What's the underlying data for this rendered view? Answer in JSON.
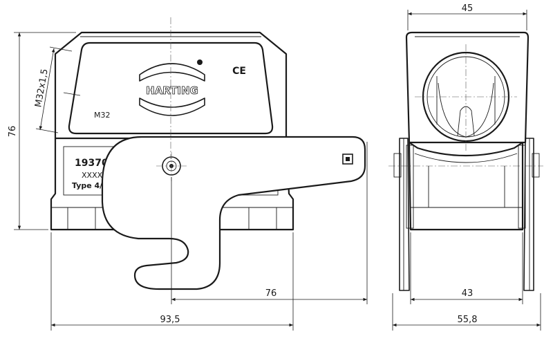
{
  "dimensions": {
    "height_left": "76",
    "thread_size": "M32x1,5",
    "width_front": "93,5",
    "lever_reach": "76",
    "width_side_top": "45",
    "width_side_inner": "43",
    "width_side_outer": "55,8"
  },
  "housing_labels": {
    "brand": "HARTING",
    "ce_mark": "CE",
    "thread_label": "M32",
    "part_number": "193701",
    "part_suffix": "XXXX",
    "type_label": "Type 4/1"
  },
  "colors": {
    "line": "#1a1a1a",
    "background": "#ffffff"
  }
}
